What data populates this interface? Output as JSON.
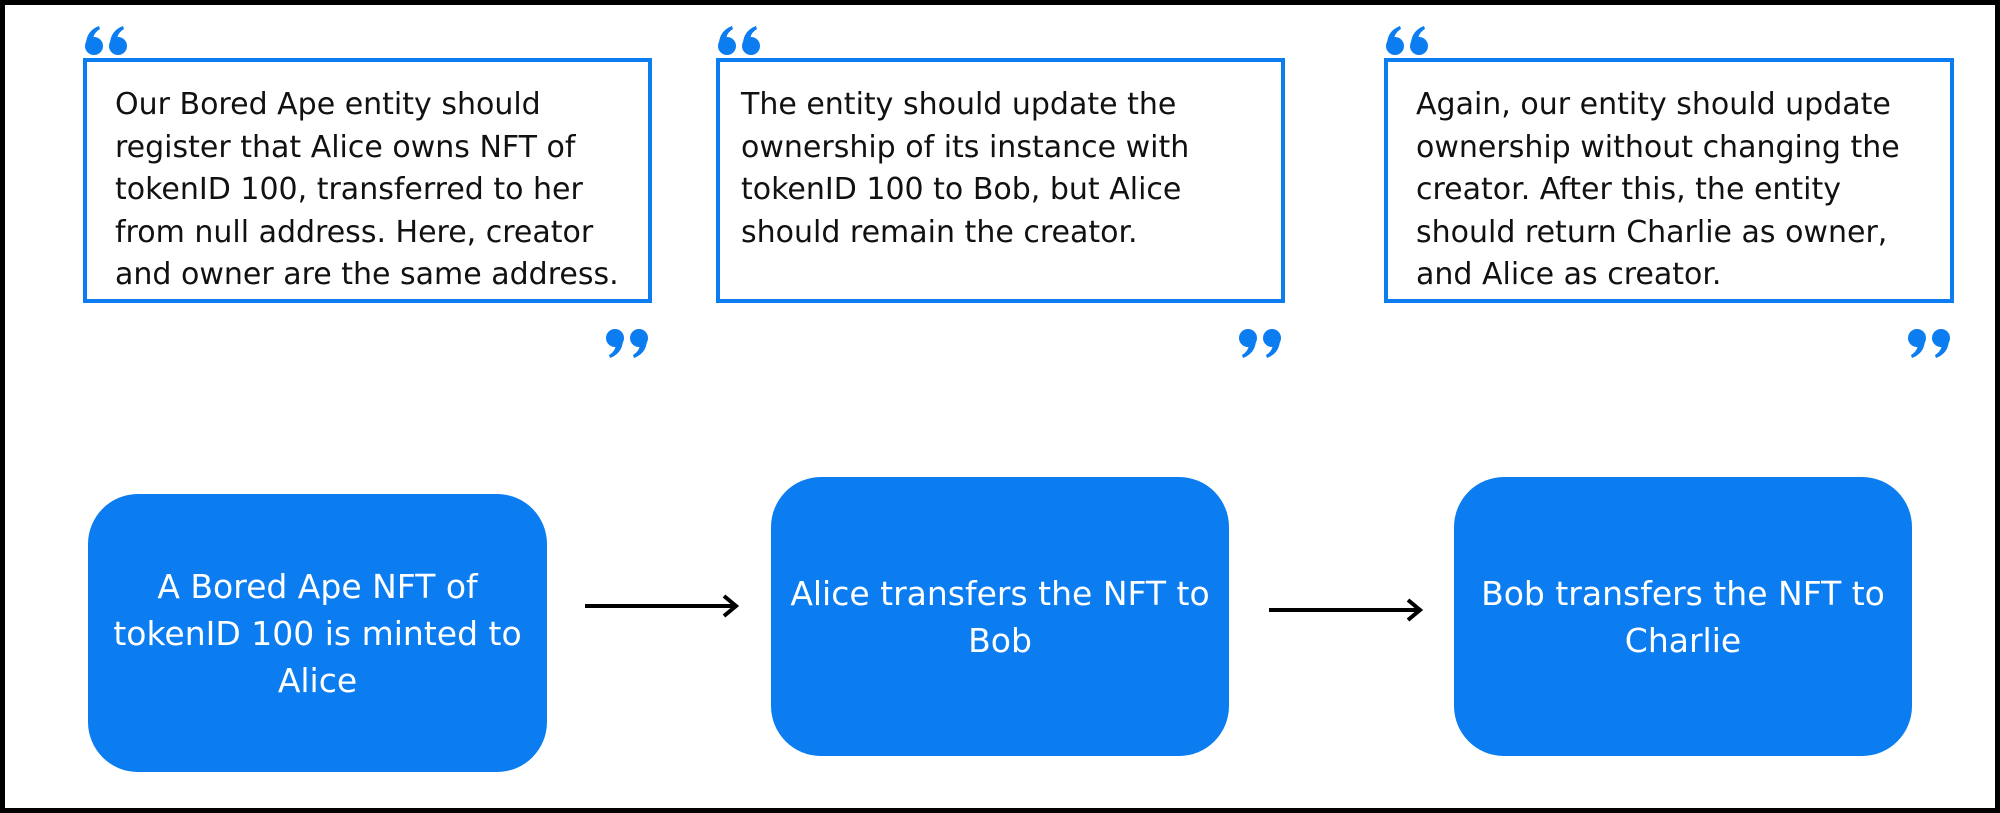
{
  "quotes": [
    {
      "text": "Our Bored Ape entity should register that Alice owns NFT of tokenID 100, transferred to her from null address. Here, creator and owner are the same address."
    },
    {
      "text": "The entity should update the ownership of its instance with tokenID 100 to Bob, but Alice should remain the creator."
    },
    {
      "text": "Again, our entity should update ownership without changing the creator. After this, the entity should return Charlie as owner, and Alice as creator."
    }
  ],
  "steps": [
    {
      "label": "A Bored Ape NFT of tokenID 100 is minted to Alice"
    },
    {
      "label": "Alice transfers the NFT to Bob"
    },
    {
      "label": "Bob transfers the NFT to Charlie"
    }
  ],
  "colors": {
    "accent": "#0b7df0",
    "frame": "#000000",
    "arrow": "#000000"
  },
  "icons": {
    "open_quote": "open-quote-icon",
    "close_quote": "close-quote-icon",
    "arrow": "right-arrow-icon"
  }
}
